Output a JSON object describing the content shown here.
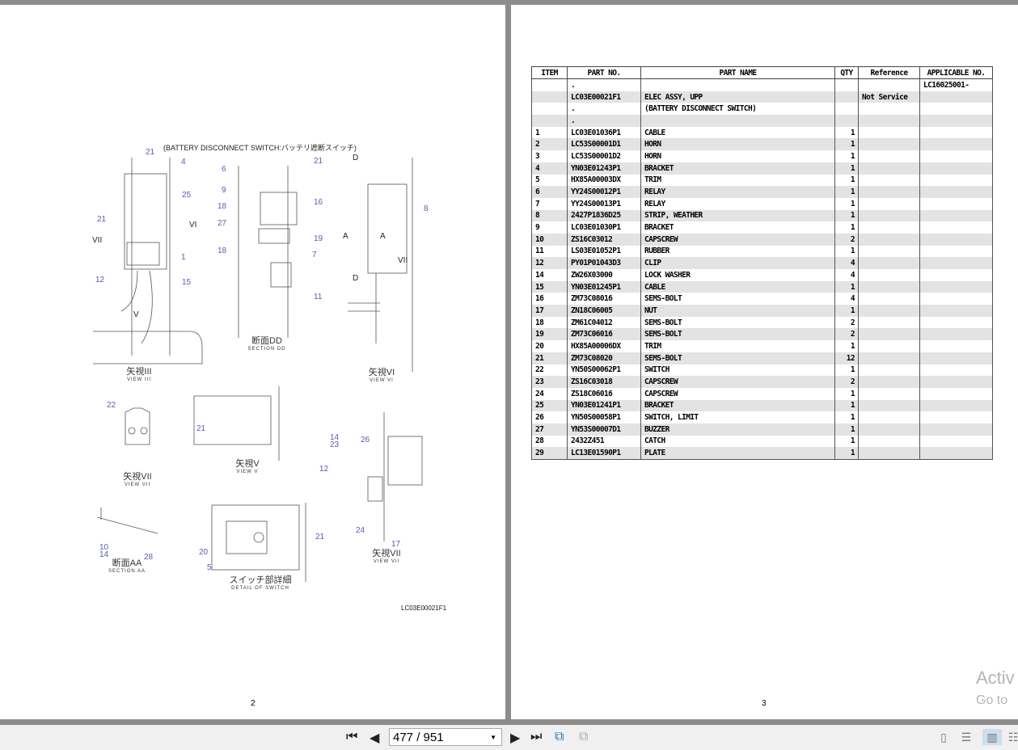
{
  "left_page": {
    "page_number": "2",
    "drawing_title": "(BATTERY DISCONNECT SWITCH:バッテリ遮断スイッチ)",
    "drawing_number": "LC03E00021F1",
    "views": [
      {
        "jp": "矢視III",
        "en": "VIEW III"
      },
      {
        "jp": "断面DD",
        "en": "SECTION DD"
      },
      {
        "jp": "矢視VI",
        "en": "VIEW VI"
      },
      {
        "jp": "矢視VII",
        "en": "VIEW VII"
      },
      {
        "jp": "矢視V",
        "en": "VIEW V"
      },
      {
        "jp": "断面AA",
        "en": "SECTION AA"
      },
      {
        "jp": "スイッチ部詳細",
        "en": "DETAIL OF SWITCH"
      },
      {
        "jp": "矢視VII",
        "en": "VIEW VII"
      }
    ],
    "callouts": [
      "21",
      "4",
      "25",
      "21",
      "VII",
      "VI",
      "1",
      "12",
      "15",
      "V",
      "6",
      "21",
      "9",
      "16",
      "18",
      "27",
      "19",
      "18",
      "7",
      "11",
      "D",
      "8",
      "A",
      "A",
      "VII",
      "D",
      "22",
      "21",
      "14",
      "23",
      "26",
      "12",
      "24",
      "17",
      "10",
      "14",
      "28",
      "20",
      "21",
      "5"
    ]
  },
  "right_page": {
    "page_number": "3",
    "table": {
      "headers": [
        "ITEM",
        "PART NO.",
        "PART NAME",
        "QTY",
        "Reference",
        "APPLICABLE NO."
      ],
      "rows": [
        [
          "",
          ".",
          "",
          "",
          "",
          "LC16025001-"
        ],
        [
          "",
          "LC03E00021F1",
          "ELEC ASSY, UPP",
          "",
          "Not Service",
          ""
        ],
        [
          "",
          ".",
          "(BATTERY DISCONNECT SWITCH)",
          "",
          "",
          ""
        ],
        [
          "",
          ".",
          "",
          "",
          "",
          ""
        ],
        [
          "1",
          "LC03E01036P1",
          "CABLE",
          "1",
          "",
          ""
        ],
        [
          "2",
          "LC53S00001D1",
          "HORN",
          "1",
          "",
          ""
        ],
        [
          "3",
          "LC53S00001D2",
          "HORN",
          "1",
          "",
          ""
        ],
        [
          "4",
          "YN03E01243P1",
          "BRACKET",
          "1",
          "",
          ""
        ],
        [
          "5",
          "HX85A00003DX",
          "TRIM",
          "1",
          "",
          ""
        ],
        [
          "6",
          "YY24S00012P1",
          "RELAY",
          "1",
          "",
          ""
        ],
        [
          "7",
          "YY24S00013P1",
          "RELAY",
          "1",
          "",
          ""
        ],
        [
          "8",
          "2427P1836D25",
          "STRIP, WEATHER",
          "1",
          "",
          ""
        ],
        [
          "9",
          "LC03E01030P1",
          "BRACKET",
          "1",
          "",
          ""
        ],
        [
          "10",
          "ZS16C03012",
          "CAPSCREW",
          "2",
          "",
          ""
        ],
        [
          "11",
          "LS03E01052P1",
          "RUBBER",
          "1",
          "",
          ""
        ],
        [
          "12",
          "PY01P01043D3",
          "CLIP",
          "4",
          "",
          ""
        ],
        [
          "14",
          "ZW26X03000",
          "LOCK WASHER",
          "4",
          "",
          ""
        ],
        [
          "15",
          "YN03E01245P1",
          "CABLE",
          "1",
          "",
          ""
        ],
        [
          "16",
          "ZM73C08016",
          "SEMS-BOLT",
          "4",
          "",
          ""
        ],
        [
          "17",
          "ZN18C06005",
          "NUT",
          "1",
          "",
          ""
        ],
        [
          "18",
          "ZM61C04012",
          "SEMS-BOLT",
          "2",
          "",
          ""
        ],
        [
          "19",
          "ZM73C06016",
          "SEMS-BOLT",
          "2",
          "",
          ""
        ],
        [
          "20",
          "HX85A00006DX",
          "TRIM",
          "1",
          "",
          ""
        ],
        [
          "21",
          "ZM73C08020",
          "SEMS-BOLT",
          "12",
          "",
          ""
        ],
        [
          "22",
          "YN50S00062P1",
          "SWITCH",
          "1",
          "",
          ""
        ],
        [
          "23",
          "ZS16C03018",
          "CAPSCREW",
          "2",
          "",
          ""
        ],
        [
          "24",
          "ZS18C06016",
          "CAPSCREW",
          "1",
          "",
          ""
        ],
        [
          "25",
          "YN03E01241P1",
          "BRACKET",
          "1",
          "",
          ""
        ],
        [
          "26",
          "YN50S00058P1",
          "SWITCH, LIMIT",
          "1",
          "",
          ""
        ],
        [
          "27",
          "YN53S00007D1",
          "BUZZER",
          "1",
          "",
          ""
        ],
        [
          "28",
          "2432Z451",
          "CATCH",
          "1",
          "",
          ""
        ],
        [
          "29",
          "LC13E01590P1",
          "PLATE",
          "1",
          "",
          ""
        ]
      ]
    },
    "watermark": {
      "line1": "Activ",
      "line2": "Go to"
    }
  },
  "toolbar": {
    "page_input": "477 / 951",
    "icons": [
      "first-page-icon",
      "prev-page-icon",
      "next-page-icon",
      "last-page-icon",
      "previous-view-icon",
      "next-view-icon",
      "single-page-icon",
      "continuous-icon",
      "facing-icon",
      "continuous-facing-icon"
    ]
  }
}
